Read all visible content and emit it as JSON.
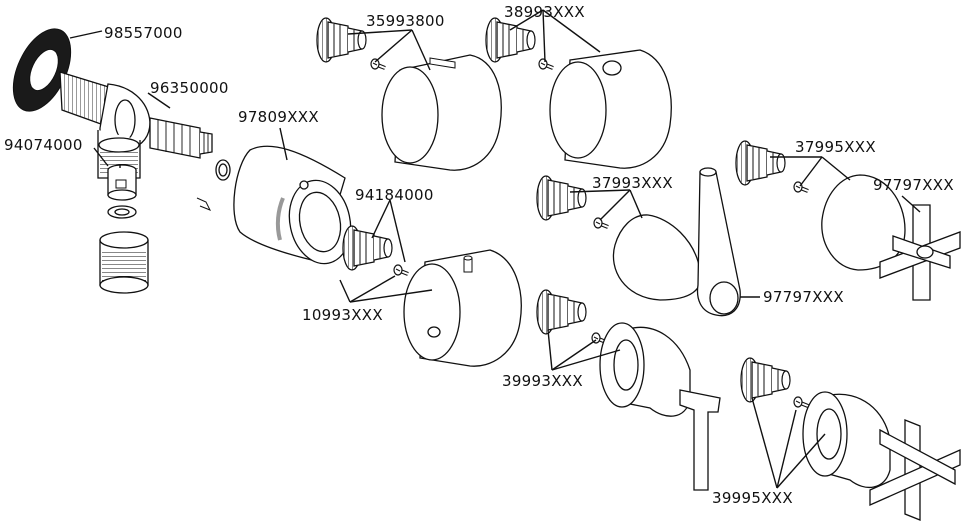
{
  "labels": {
    "l98557000": "98557000",
    "l96350000": "96350000",
    "l94074000": "94074000",
    "l97809": "97809XXX",
    "l35993800": "35993800",
    "l38993": "38993XXX",
    "l94184000": "94184000",
    "l10993": "10993XXX",
    "l37995": "37995XXX",
    "l37993": "37993XXX",
    "l97797a": "97797XXX",
    "l97797b": "97797XXX",
    "l39993": "39993XXX",
    "l39995": "39995XXX"
  }
}
